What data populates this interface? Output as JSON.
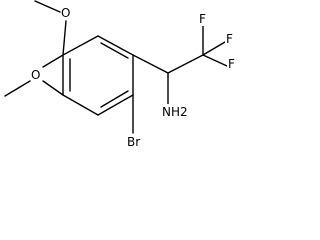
{
  "molecule": {
    "atoms": {
      "O1": "O",
      "O2": "O",
      "F1": "F",
      "F2": "F",
      "F3": "F",
      "N": "NH2",
      "Br": "Br"
    }
  }
}
